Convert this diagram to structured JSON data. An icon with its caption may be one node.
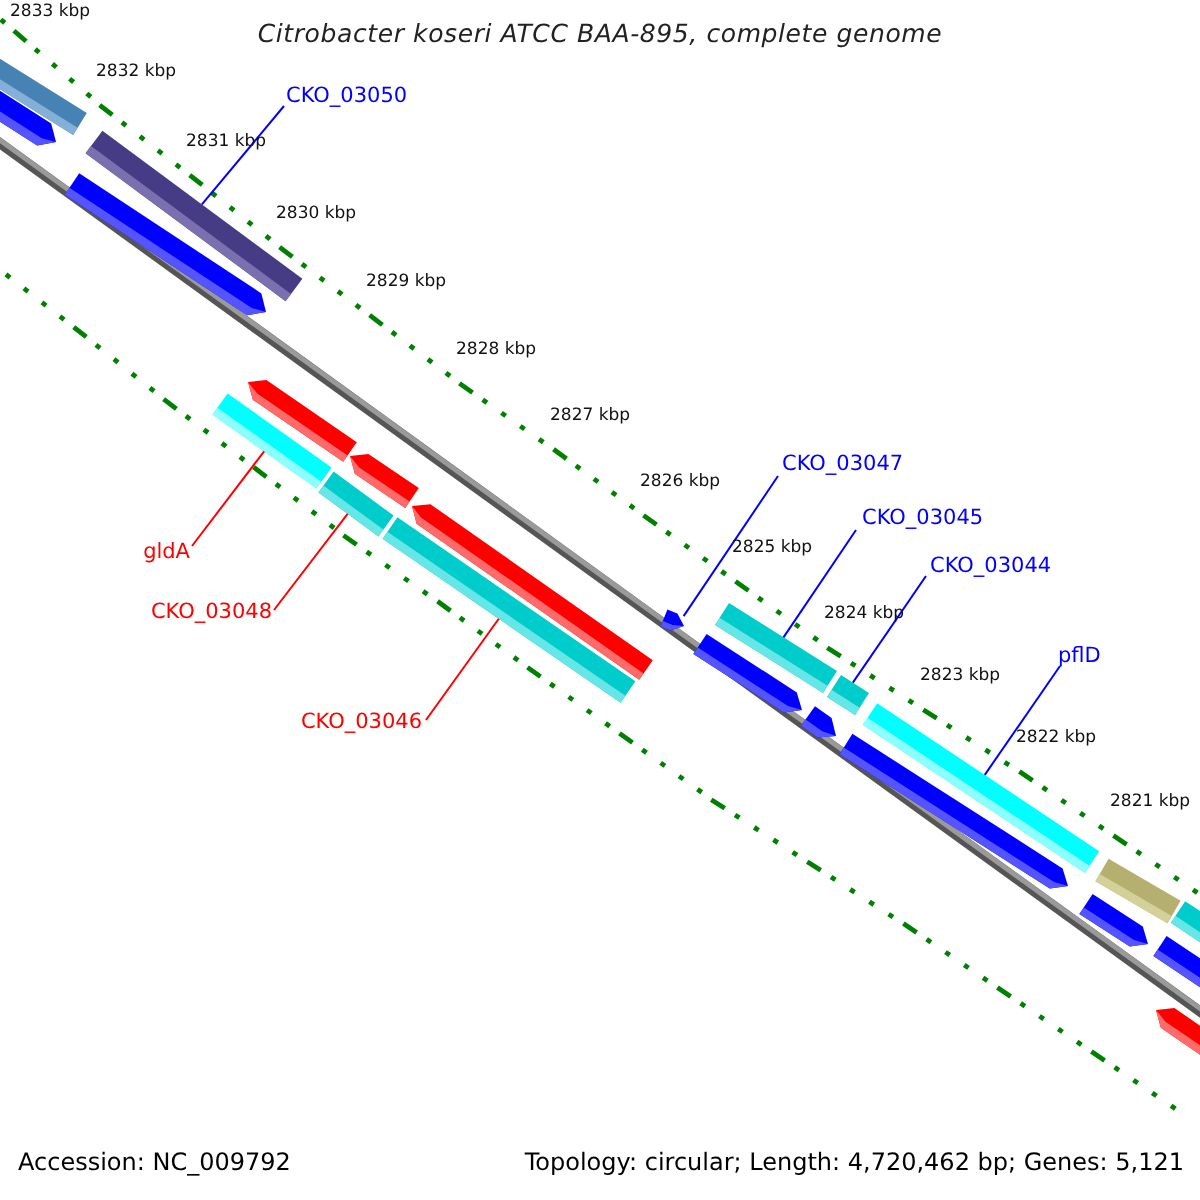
{
  "diagram": {
    "title": "Citrobacter koseri ATCC BAA-895, complete genome",
    "nodes": [
      {
        "text": [
          "CKO_03050"
        ]
      },
      {
        "text": [],
        "shape": "bar"
      },
      {
        "text": [
          "gldA"
        ]
      },
      {
        "text": [],
        "shape": "bar"
      },
      {
        "text": [
          "CKO_03048"
        ]
      },
      {
        "text": [],
        "shape": "bar"
      },
      {
        "text": [
          "CKO_03046"
        ]
      },
      {
        "text": [],
        "shape": "bar"
      },
      {
        "text": [
          "CKO_03047"
        ]
      },
      {
        "text": [],
        "shape": "arrow"
      },
      {
        "text": [
          "CKO_03045"
        ]
      },
      {
        "text": [],
        "shape": "bar"
      },
      {
        "text": [
          "CKO_03044"
        ]
      },
      {
        "text": [],
        "shape": "bar"
      },
      {
        "text": [
          "pflD"
        ]
      },
      {
        "text": [],
        "shape": "bar"
      }
    ],
    "edges": [
      {
        "from": 0,
        "to": 1,
        "arrow": "none"
      },
      {
        "from": 2,
        "to": 3,
        "arrow": "none",
        "color": "#ff0000"
      },
      {
        "from": 4,
        "to": 5,
        "arrow": "none",
        "color": "#ff0000"
      },
      {
        "from": 6,
        "to": 7,
        "arrow": "none",
        "color": "#ff0000"
      },
      {
        "from": 8,
        "to": 9,
        "arrow": "none"
      },
      {
        "from": 10,
        "to": 11,
        "arrow": "none"
      },
      {
        "from": 12,
        "to": 13,
        "arrow": "none"
      },
      {
        "from": 14,
        "to": 15,
        "arrow": "none"
      }
    ],
    "labels": [
      "2833 kbp",
      "2832 kbp",
      "2831 kbp",
      "2830 kbp",
      "2829 kbp",
      "2828 kbp",
      "2827 kbp",
      "2826 kbp",
      "2825 kbp",
      "2824 kbp",
      "2823 kbp",
      "2822 kbp",
      "2821 kbp",
      "Accession: NC_009792",
      "Topology: circular; Length: 4,720,462 bp; Genes: 5,121"
    ]
  }
}
